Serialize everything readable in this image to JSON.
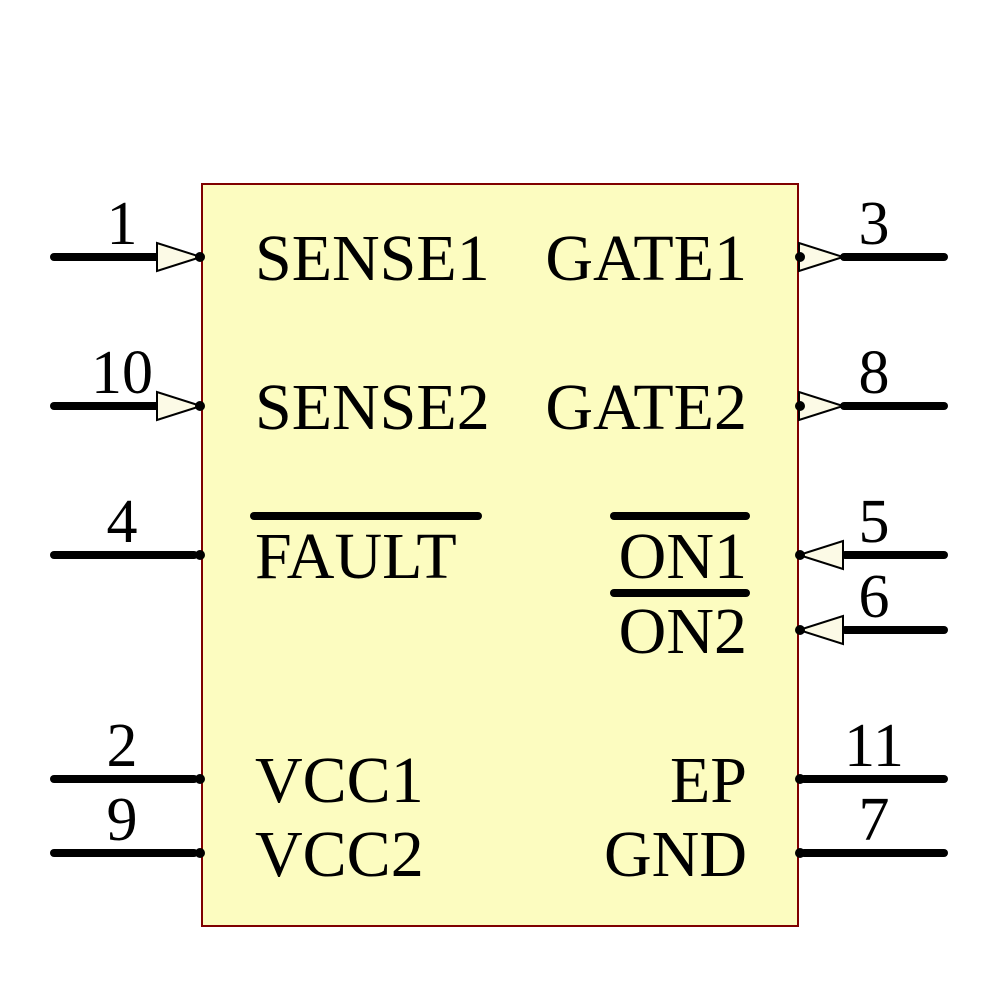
{
  "colors": {
    "body_fill": "#fcfcc0",
    "body_border": "#7f0000",
    "arrow_fill": "#fcfae6",
    "wire_color": "#000000"
  },
  "pins": [
    {
      "number": "1",
      "name": "SENSE1",
      "side": "left",
      "direction": "input",
      "active_low": false
    },
    {
      "number": "10",
      "name": "SENSE2",
      "side": "left",
      "direction": "input",
      "active_low": false
    },
    {
      "number": "4",
      "name": "FAULT",
      "side": "left",
      "direction": "passive",
      "active_low": true
    },
    {
      "number": "2",
      "name": "VCC1",
      "side": "left",
      "direction": "passive",
      "active_low": false
    },
    {
      "number": "9",
      "name": "VCC2",
      "side": "left",
      "direction": "passive",
      "active_low": false
    },
    {
      "number": "3",
      "name": "GATE1",
      "side": "right",
      "direction": "output",
      "active_low": false
    },
    {
      "number": "8",
      "name": "GATE2",
      "side": "right",
      "direction": "output",
      "active_low": false
    },
    {
      "number": "5",
      "name": "ON1",
      "side": "right",
      "direction": "input",
      "active_low": true
    },
    {
      "number": "6",
      "name": "ON2",
      "side": "right",
      "direction": "input",
      "active_low": true
    },
    {
      "number": "11",
      "name": "EP",
      "side": "right",
      "direction": "passive",
      "active_low": false
    },
    {
      "number": "7",
      "name": "GND",
      "side": "right",
      "direction": "passive",
      "active_low": false
    }
  ]
}
